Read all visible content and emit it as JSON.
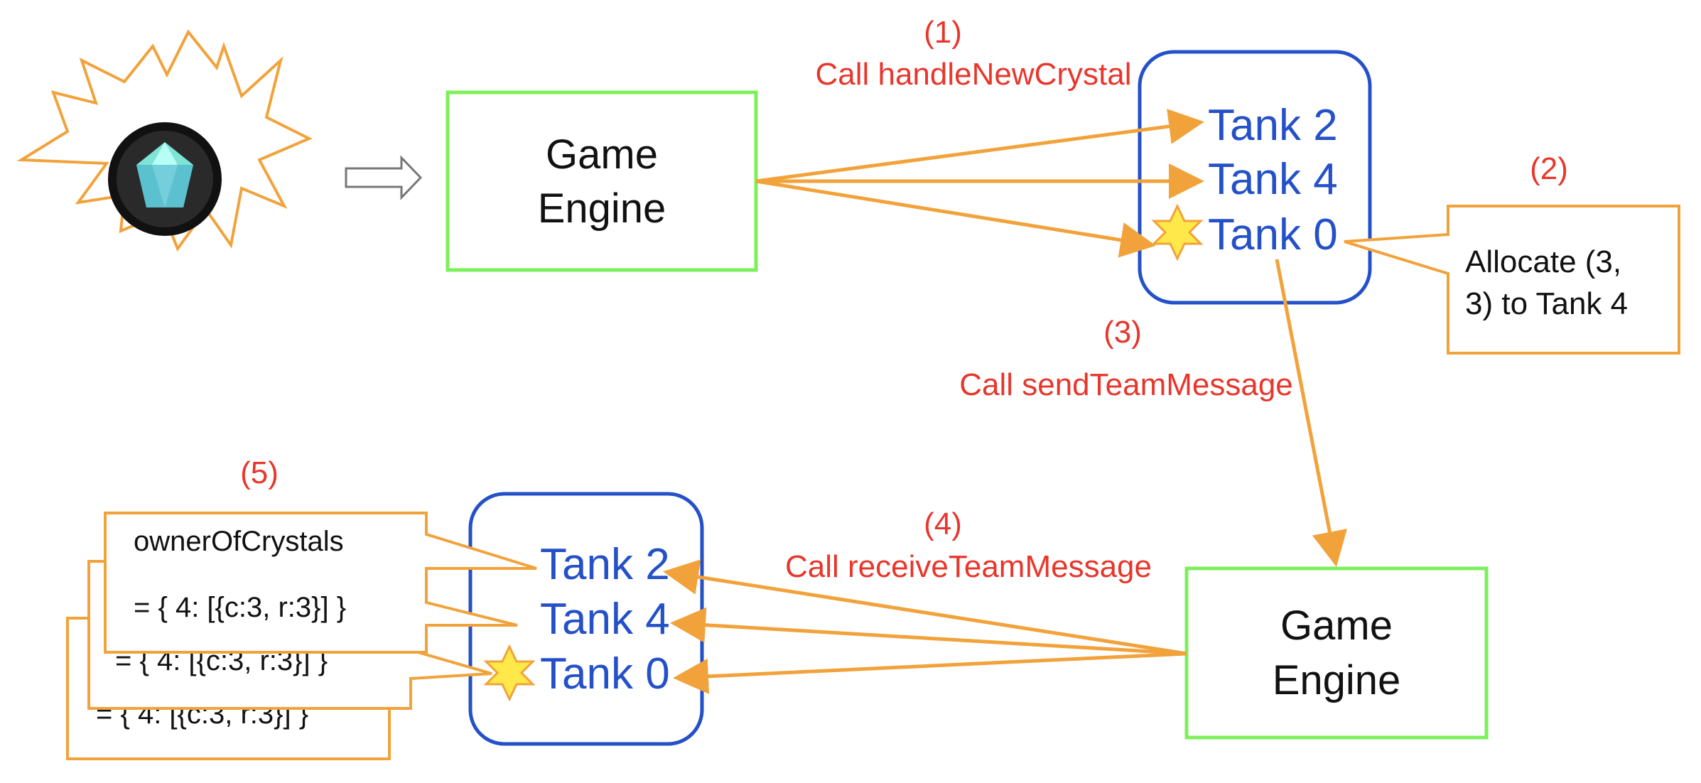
{
  "colors": {
    "accent_orange": "#f2a23a",
    "engine_box_green": "#7cf05a",
    "tank_group_blue": "#2450c8",
    "step_label_red": "#e8362c",
    "star_fill": "#ffe94a",
    "text_black": "#111111"
  },
  "crystal": {
    "icon": "crystal-gem-icon"
  },
  "engine_top": {
    "line1": "Game",
    "line2": "Engine"
  },
  "engine_bottom": {
    "line1": "Game",
    "line2": "Engine"
  },
  "tanks_top": [
    "Tank 2",
    "Tank 4",
    "Tank 0"
  ],
  "tanks_bottom": [
    "Tank 2",
    "Tank 4",
    "Tank 0"
  ],
  "steps": {
    "s1": {
      "num": "(1)",
      "text": "Call handleNewCrystal"
    },
    "s2": {
      "num": "(2)"
    },
    "s3": {
      "num": "(3)",
      "text": "Call sendTeamMessage"
    },
    "s4": {
      "num": "(4)",
      "text": "Call receiveTeamMessage"
    },
    "s5": {
      "num": "(5)"
    }
  },
  "callout_allocate": {
    "line1": "Allocate (3,",
    "line2": "3) to Tank 4"
  },
  "callouts_owner": [
    {
      "line1": "ownerOfCrystals",
      "line2": "= { 4: [{c:3, r:3}] }"
    },
    {
      "line1": "",
      "line2": "= { 4: [{c:3, r:3}] }"
    },
    {
      "line1": "",
      "line2": "= { 4: [{c:3, r:3}] }"
    }
  ]
}
